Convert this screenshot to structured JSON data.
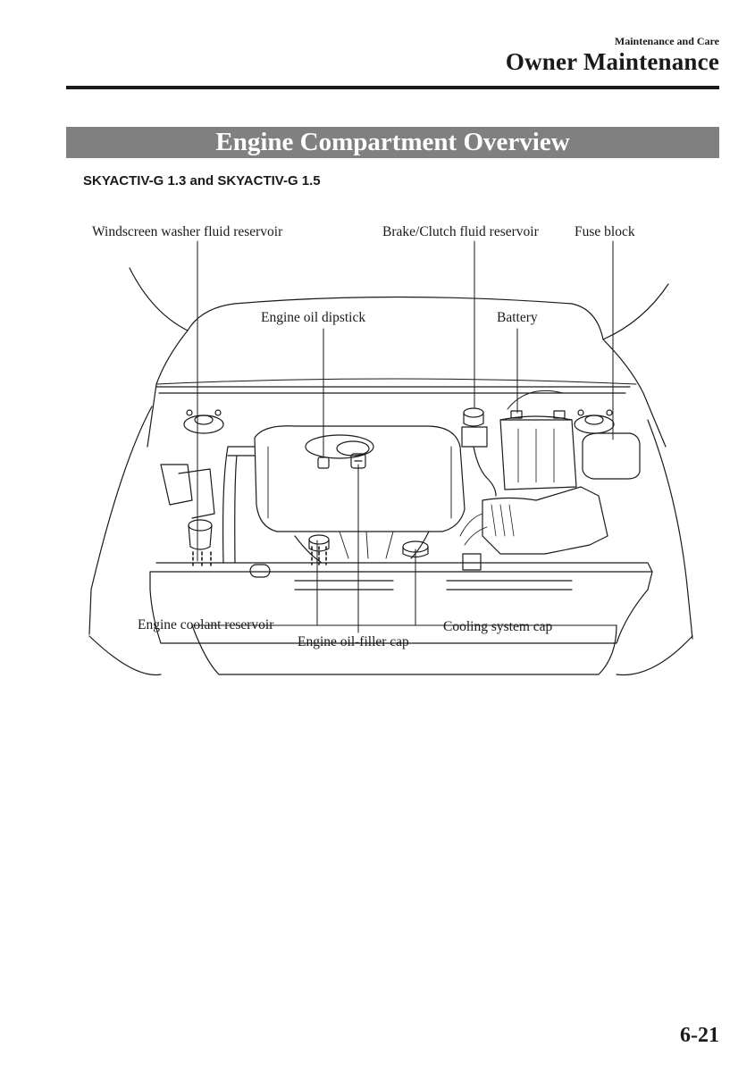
{
  "header": {
    "section": "Maintenance and Care",
    "chapter": "Owner Maintenance"
  },
  "banner": {
    "title": "Engine Compartment Overview"
  },
  "subheading": "SKYACTIV-G 1.3 and SKYACTIV-G 1.5",
  "diagram": {
    "callouts": {
      "washer": "Windscreen washer fluid reservoir",
      "brake": "Brake/Clutch fluid reservoir",
      "fuse": "Fuse block",
      "dipstick": "Engine oil dipstick",
      "battery": "Battery",
      "coolant": "Engine coolant reservoir",
      "oilcap": "Engine oil-filler cap",
      "coolingcap": "Cooling system cap"
    }
  },
  "page_number": "6-21"
}
